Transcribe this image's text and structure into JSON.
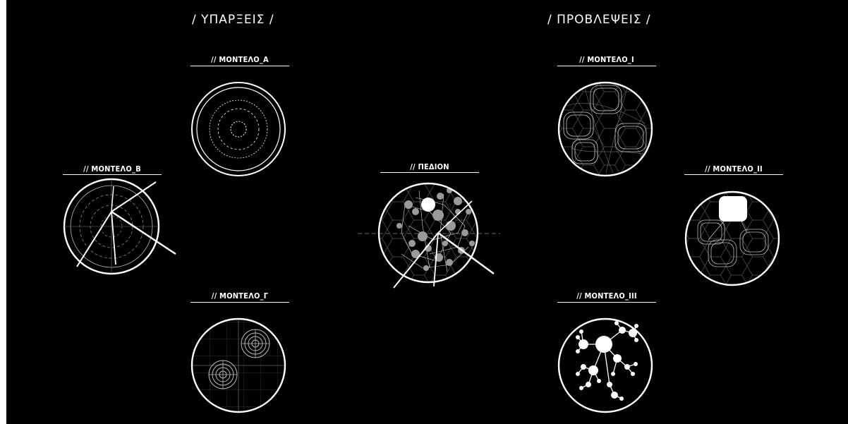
{
  "sections": {
    "left_title": "/ ΥΠΑΡΞΕΙΣ /",
    "right_title": "/ ΠΡΟΒΛΕΨΕΙΣ /"
  },
  "labels": {
    "model_a": "// ΜΟΝΤΕΛΟ_Α",
    "model_b": "// ΜΟΝΤΕΛΟ_Β",
    "model_g": "// ΜΟΝΤΕΛΟ_Γ",
    "field": "// ΠΕΔΙΟΝ",
    "model_i": "// ΜΟΝΤΕΛΟ_Ι",
    "model_ii": "// ΜΟΝΤΕΛΟ_ΙΙ",
    "model_iii": "// ΜΟΝΤΕΛΟ_ΙΙΙ"
  },
  "colors": {
    "background": "#000000",
    "foreground": "#ffffff",
    "muted": "#9a9a9a"
  }
}
